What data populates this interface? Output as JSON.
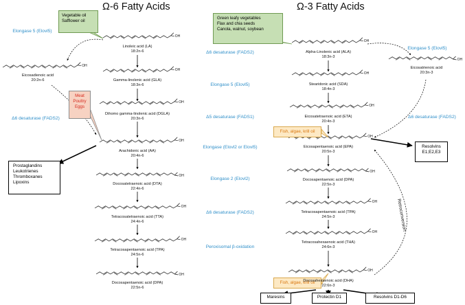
{
  "titles": {
    "omega6": "Ω-6 Fatty Acids",
    "omega3": "Ω-3 Fatty Acids"
  },
  "omega6": {
    "source": [
      "Vegetable oil",
      "Safflower oil"
    ],
    "meat": [
      "Meat",
      "Poultry",
      "Eggs"
    ],
    "la": [
      "Linoleic acid (LA)",
      "18:2n-6"
    ],
    "gla": [
      "Gamma-linolenic acid (GLA)",
      "18:3n-6"
    ],
    "dgla": [
      "Dihomo  gamma-linolenic acid (DGLA)",
      "20:3n-6"
    ],
    "aa": [
      "Arachidonic acid (AA)",
      "20:4n-6"
    ],
    "dta": [
      "Docosatetraenoic acid (DTA)",
      "22:4n-6"
    ],
    "tta": [
      "Tetracosatetraenoic acid (TTA)",
      "24:4n-6"
    ],
    "tpa": [
      "Tetracosapentaenoic acid (TPA)",
      "24:5n-6"
    ],
    "dpa": [
      "Docosapentaenoic acid (DPA)",
      "22:5n-6"
    ],
    "eda": [
      "Eicosadienoic acid",
      "20:2n-6"
    ],
    "elovl5": "Elongase 5 (Elovl5)",
    "d6": "Δ6 desaturase (FADS2)",
    "products": [
      "Prostaglandins",
      "Leukotrienes",
      "Thromboxanes",
      "Lipoxins"
    ]
  },
  "omega3": {
    "source": [
      "Green leafy vegetables",
      "Flax and chia seeds",
      "Canola, walnut, soybean"
    ],
    "ala": [
      "Alpha-Linolenic acid (ALA)",
      "18:3n-3"
    ],
    "sda": [
      "Stearidonic acid (SDA)",
      "18:4n-3"
    ],
    "eta": [
      "Eicosatetraenoic acid (ETA)",
      "20:4n-3"
    ],
    "epa": [
      "Eicosapentaenoic acid (EPA)",
      "20:5n-3"
    ],
    "dpa": [
      "Docosapentaenoic acid (DPA)",
      "22:5n-3"
    ],
    "tpa": [
      "Tetracosapentaenoic acid (TPA)",
      "24:5n-3"
    ],
    "tha": [
      "Tetracosahexaenoic acid (THA)",
      "24:6n-3"
    ],
    "dha": [
      "Docosahexaenoic acid (DHA)",
      "22:6n-3"
    ],
    "eta3": [
      "Eicosatrienoic acid",
      "20:3n-3"
    ],
    "elovl5_right": "Elongase 5 (Elovl5)",
    "d6_right": "Δ6 desaturase (FADS2)",
    "fish1": "Fish, algae, krill oil",
    "fish2": "Fish, algae, krill oil",
    "resolvins_e": [
      "Resolvins",
      "E1;E2,E3"
    ],
    "retro": "Retroconversion",
    "maresins": "Maresins",
    "protectin": "Protectin D1",
    "resolvins_d": "Resolvins D1-D6"
  },
  "enzymes": {
    "d6a": "Δ6 desaturase (FADS2)",
    "elovl5": "Elongase 5 (Elovl5)",
    "d5": "Δ5 desaturase (FADS1)",
    "elovl2or5": "Elongase (Elovl2 or Elovl5)",
    "elovl2": "Elongase 2 (Elovl2)",
    "d6b": "Δ6 desaturase (FADS2)",
    "perox": "Peroxisomal β-oxidation"
  },
  "oh": "OH",
  "colors": {
    "enzyme": "#2f8fc9",
    "green_box": "#c6dfb4",
    "green_border": "#6f9a52",
    "salmon": "#f7d2c2",
    "salmon_text": "#d62b1f",
    "cream": "#fde9c4",
    "cream_border": "#d9a84c",
    "cream_text": "#d9770f"
  }
}
